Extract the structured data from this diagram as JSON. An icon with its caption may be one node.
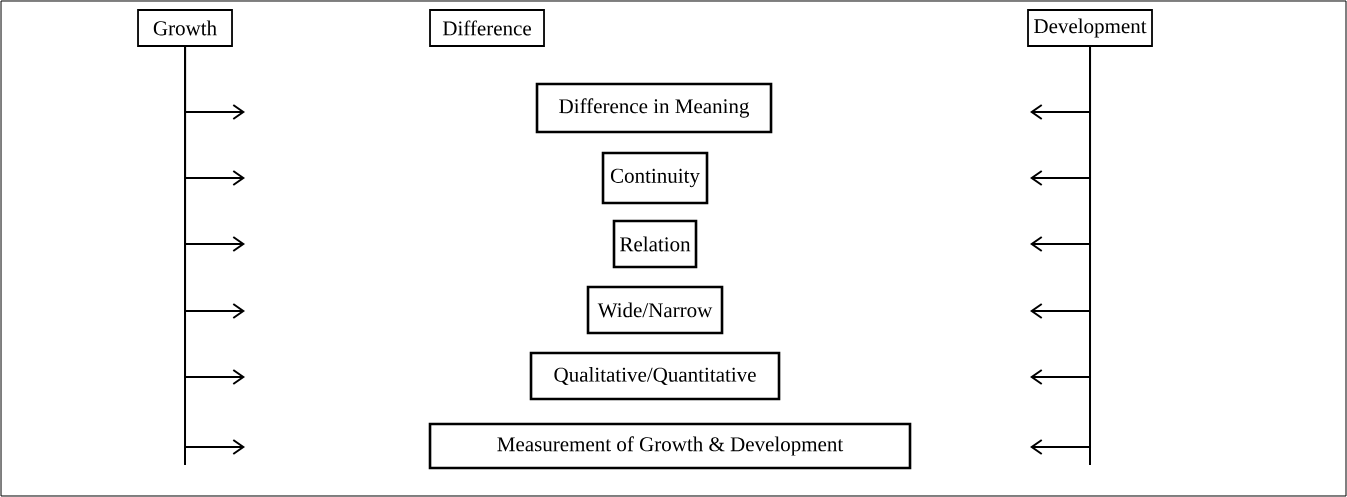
{
  "diagram": {
    "nodes": [
      {
        "text": [
          "Growth"
        ]
      },
      {
        "text": [
          "Difference"
        ]
      },
      {
        "text": [
          "Development"
        ]
      },
      {
        "text": [
          "Difference in Meaning"
        ]
      },
      {
        "text": [
          "Continuity"
        ]
      },
      {
        "text": [
          "Relation"
        ]
      },
      {
        "text": [
          "Wide/Narrow"
        ]
      },
      {
        "text": [
          "Qualitative/Quantitative"
        ]
      },
      {
        "text": [
          "Measurement of Growth & Development"
        ]
      }
    ],
    "edges": [
      {
        "from": 0,
        "to": null,
        "arrow": "to"
      },
      {
        "from": 0,
        "to": null,
        "arrow": "to"
      },
      {
        "from": 0,
        "to": null,
        "arrow": "to"
      },
      {
        "from": 0,
        "to": null,
        "arrow": "to"
      },
      {
        "from": 0,
        "to": null,
        "arrow": "to"
      },
      {
        "from": 0,
        "to": null,
        "arrow": "to"
      },
      {
        "from": 2,
        "to": null,
        "arrow": "to"
      },
      {
        "from": 2,
        "to": null,
        "arrow": "to"
      },
      {
        "from": 2,
        "to": null,
        "arrow": "to"
      },
      {
        "from": 2,
        "to": null,
        "arrow": "to"
      },
      {
        "from": 2,
        "to": null,
        "arrow": "to"
      },
      {
        "from": 2,
        "to": null,
        "arrow": "to"
      }
    ]
  }
}
